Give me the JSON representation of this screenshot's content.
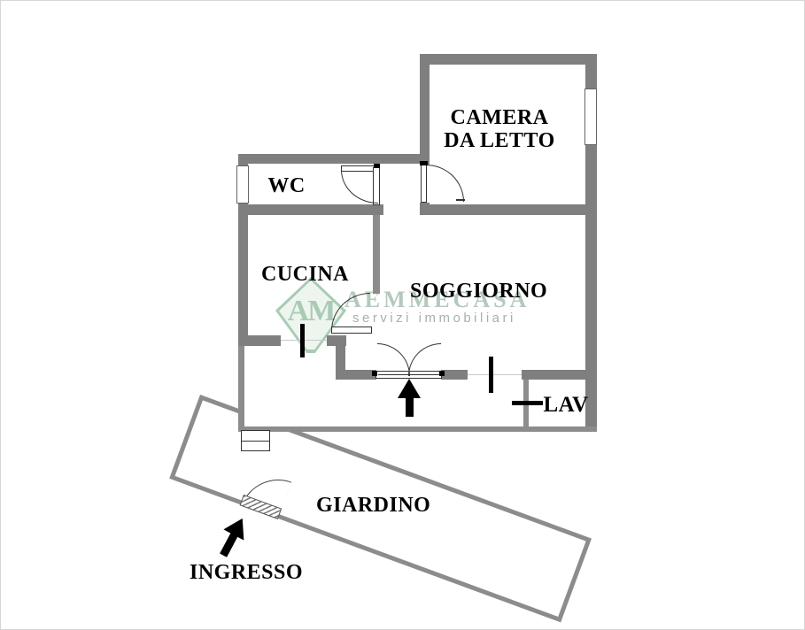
{
  "floorplan": {
    "labels": {
      "camera_line1": "CAMERA",
      "camera_line2": "DA LETTO",
      "wc": "WC",
      "cucina": "CUCINA",
      "soggiorno": "SOGGIORNO",
      "lav": "LAV",
      "giardino": "GIARDINO",
      "ingresso": "INGRESSO"
    },
    "watermark": {
      "brand": "AEMMECASA",
      "tagline": "servizi immobiliari",
      "monogram": "AM"
    },
    "colors": {
      "wall_gray": "#7f7f7f",
      "thin_wall_gray": "#8c8c8c",
      "door_line": "#333333",
      "arrow_black": "#000000",
      "watermark_brand_green": "#b4c8bc",
      "watermark_tagline_gray": "#a8b0ab",
      "logo_green": "#a9cbb4",
      "logo_fill": "#eef5ef",
      "background": "#ffffff"
    }
  }
}
